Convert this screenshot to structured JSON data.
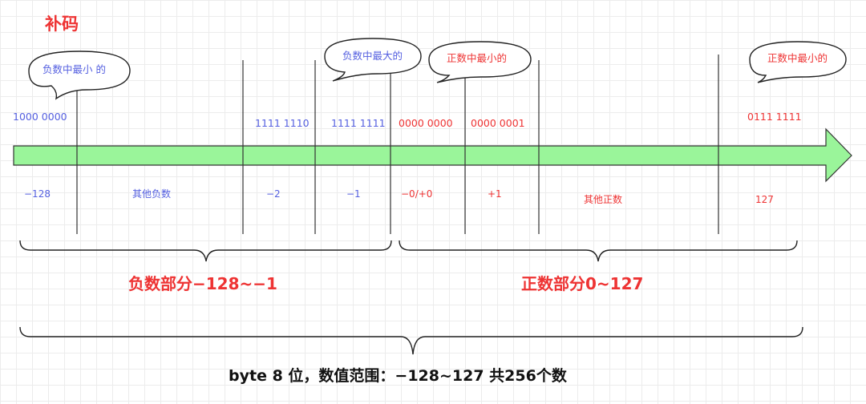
{
  "title": "补码",
  "bubbles": [
    {
      "text": "负数中最小 的",
      "color": "#5560e0"
    },
    {
      "text": "负数中最大的",
      "color": "#5560e0"
    },
    {
      "text": "正数中最小的",
      "color": "#ee3333"
    },
    {
      "text": "正数中最小的",
      "color": "#ee3333"
    }
  ],
  "binary_labels": [
    {
      "text": "1000 0000",
      "color": "#5560e0"
    },
    {
      "text": "1111 1110",
      "color": "#5560e0"
    },
    {
      "text": "1111 1111",
      "color": "#5560e0"
    },
    {
      "text": "0000 0000",
      "color": "#ee3333"
    },
    {
      "text": "0000 0001",
      "color": "#ee3333"
    },
    {
      "text": "0111 1111",
      "color": "#ee3333"
    }
  ],
  "value_labels": [
    {
      "text": "−128",
      "color": "#5560e0"
    },
    {
      "text": "其他负数",
      "color": "#5560e0"
    },
    {
      "text": "−2",
      "color": "#5560e0"
    },
    {
      "text": "−1",
      "color": "#5560e0"
    },
    {
      "text": "−0/+0",
      "color": "#ee3333"
    },
    {
      "text": "+1",
      "color": "#ee3333"
    },
    {
      "text": "其他正数",
      "color": "#ee3333"
    },
    {
      "text": "127",
      "color": "#ee3333"
    }
  ],
  "negative_part": "负数部分−128~−1",
  "positive_part": "正数部分0~127",
  "footer": "byte 8 位，数值范围：−128~127 共256个数",
  "colors": {
    "negative": "#5560e0",
    "positive": "#ee3333",
    "arrow_fill": "#9af59a",
    "stroke": "#333333"
  }
}
